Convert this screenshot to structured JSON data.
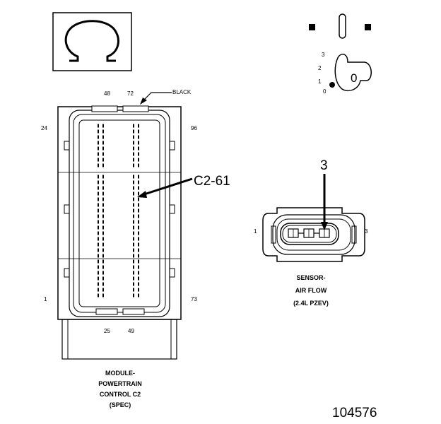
{
  "meter_icon": {
    "symbol": "Ω"
  },
  "ignition_key": {
    "positions": [
      "3",
      "2",
      "1",
      "0"
    ],
    "key_label": "0"
  },
  "pcm_connector": {
    "wire_color_label": "BLACK",
    "pin_numbers": {
      "top_left": "48",
      "top_right": "72",
      "upper_left": "24",
      "upper_right": "96",
      "lower_left": "1",
      "lower_right": "73",
      "bottom_left": "25",
      "bottom_right": "49"
    },
    "callout": "C2-61",
    "caption": [
      "MODULE-",
      "POWERTRAIN",
      "CONTROL C2",
      "(SPEC)"
    ]
  },
  "sensor_connector": {
    "callout": "3",
    "pin_left": "1",
    "pin_right": "3",
    "caption": [
      "SENSOR-",
      "AIR FLOW",
      "(2.4L PZEV)"
    ]
  },
  "figure_number": "104576"
}
